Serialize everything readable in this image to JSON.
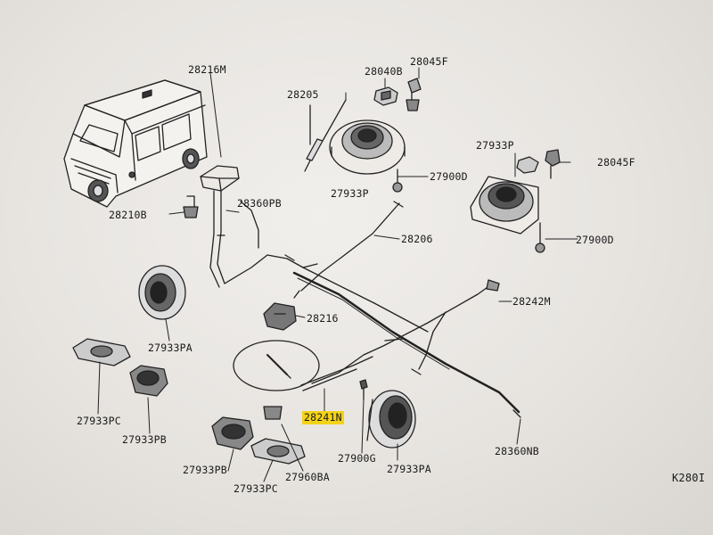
{
  "diagram": {
    "page_code": "K280I",
    "highlight_color": "#f3d21a",
    "labels": [
      {
        "id": "28216M",
        "text": "28216M",
        "highlighted": false
      },
      {
        "id": "28205",
        "text": "28205",
        "highlighted": false
      },
      {
        "id": "28040B",
        "text": "28040B",
        "highlighted": false
      },
      {
        "id": "28045F_top",
        "text": "28045F",
        "highlighted": false
      },
      {
        "id": "27933P_top",
        "text": "27933P",
        "highlighted": false
      },
      {
        "id": "27900D_top",
        "text": "27900D",
        "highlighted": false
      },
      {
        "id": "27933P_right",
        "text": "27933P",
        "highlighted": false
      },
      {
        "id": "28045F_right",
        "text": "28045F",
        "highlighted": false
      },
      {
        "id": "27900D_right",
        "text": "27900D",
        "highlighted": false
      },
      {
        "id": "28210B",
        "text": "28210B",
        "highlighted": false
      },
      {
        "id": "28360PB",
        "text": "28360PB",
        "highlighted": false
      },
      {
        "id": "28206",
        "text": "28206",
        "highlighted": false
      },
      {
        "id": "28242M",
        "text": "28242M",
        "highlighted": false
      },
      {
        "id": "28216",
        "text": "28216",
        "highlighted": false
      },
      {
        "id": "27933PA_left",
        "text": "27933PA",
        "highlighted": false
      },
      {
        "id": "27933PC_left",
        "text": "27933PC",
        "highlighted": false
      },
      {
        "id": "27933PB_left",
        "text": "27933PB",
        "highlighted": false
      },
      {
        "id": "28241N",
        "text": "28241N",
        "highlighted": true
      },
      {
        "id": "27900G",
        "text": "27900G",
        "highlighted": false
      },
      {
        "id": "27933PA_bottom",
        "text": "27933PA",
        "highlighted": false
      },
      {
        "id": "28360NB",
        "text": "28360NB",
        "highlighted": false
      },
      {
        "id": "27933PB_bottom",
        "text": "27933PB",
        "highlighted": false
      },
      {
        "id": "27960BA",
        "text": "27960BA",
        "highlighted": false
      },
      {
        "id": "27933PC_bottom",
        "text": "27933PC",
        "highlighted": false
      }
    ]
  }
}
